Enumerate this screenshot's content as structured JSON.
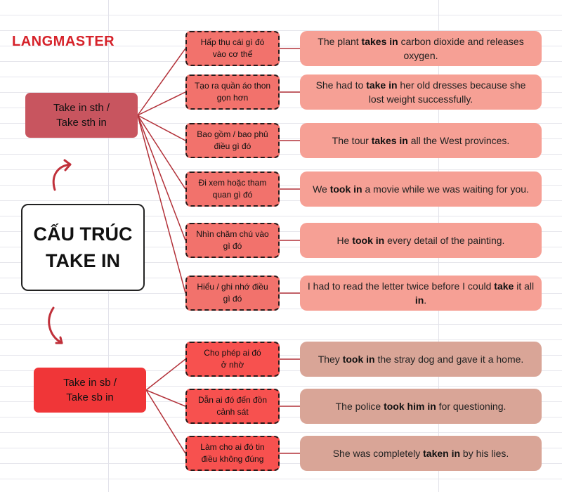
{
  "brand": {
    "logo_text": "LANGMASTER",
    "accent": "#d6222a"
  },
  "title": {
    "line1": "CẤU TRÚC",
    "line2": "TAKE IN"
  },
  "groups": [
    {
      "root": {
        "line1": "Take in sth /",
        "line2": "Take sth in"
      },
      "rows": [
        {
          "meaning": [
            "Hấp thụ cái gì đó",
            "vào  cơ thể"
          ],
          "example": [
            [
              "The plant ",
              false
            ],
            [
              "takes in",
              true
            ],
            [
              " carbon dioxide and releases oxygen.",
              false
            ]
          ]
        },
        {
          "meaning": [
            "Tạo ra quần áo thon",
            "gọn hơn"
          ],
          "example": [
            [
              "She had to ",
              false
            ],
            [
              "take in",
              true
            ],
            [
              " her old dresses because she lost weight successfully.",
              false
            ]
          ]
        },
        {
          "meaning": [
            "Bao gồm / bao phủ",
            "điều gì đó"
          ],
          "example": [
            [
              "The tour ",
              false
            ],
            [
              "takes in",
              true
            ],
            [
              " all the West provinces.",
              false
            ]
          ]
        },
        {
          "meaning": [
            "Đi xem hoặc tham",
            "quan gì đó"
          ],
          "example": [
            [
              "We ",
              false
            ],
            [
              "took in",
              true
            ],
            [
              " a movie while we was waiting for you.",
              false
            ]
          ]
        },
        {
          "meaning": [
            "Nhìn chăm chú vào",
            "gì đó"
          ],
          "example": [
            [
              "He ",
              false
            ],
            [
              "took in",
              true
            ],
            [
              " every detail of the painting.",
              false
            ]
          ]
        },
        {
          "meaning": [
            "Hiểu / ghi nhớ điều",
            "gì đó"
          ],
          "example": [
            [
              "I had to read the letter twice before I could ",
              false
            ],
            [
              "take",
              true
            ],
            [
              " it all ",
              false
            ],
            [
              "in",
              true
            ],
            [
              ".",
              false
            ]
          ]
        }
      ]
    },
    {
      "root": {
        "line1": "Take in sb /",
        "line2": "Take sb in"
      },
      "rows": [
        {
          "meaning": [
            "Cho phép ai đó",
            "ở nhờ"
          ],
          "example": [
            [
              "They ",
              false
            ],
            [
              "took in",
              true
            ],
            [
              " the stray dog and gave it a home.",
              false
            ]
          ]
        },
        {
          "meaning": [
            "Dẫn ai đó đến đồn",
            "cảnh sát"
          ],
          "example": [
            [
              "The police ",
              false
            ],
            [
              "took him in",
              true
            ],
            [
              " for questioning.",
              false
            ]
          ]
        },
        {
          "meaning": [
            "Làm cho ai đó tin",
            "điều  không đúng"
          ],
          "example": [
            [
              "She was completely ",
              false
            ],
            [
              "taken in",
              true
            ],
            [
              " by his lies.",
              false
            ]
          ]
        }
      ]
    }
  ],
  "colors": {
    "root_1": "#c8555f",
    "root_2": "#f03638",
    "meaning_1": "#f2726c",
    "meaning_2": "#f7514f",
    "example_1": "#f6a095",
    "example_2": "#d9a597",
    "connector": "#b23038"
  }
}
